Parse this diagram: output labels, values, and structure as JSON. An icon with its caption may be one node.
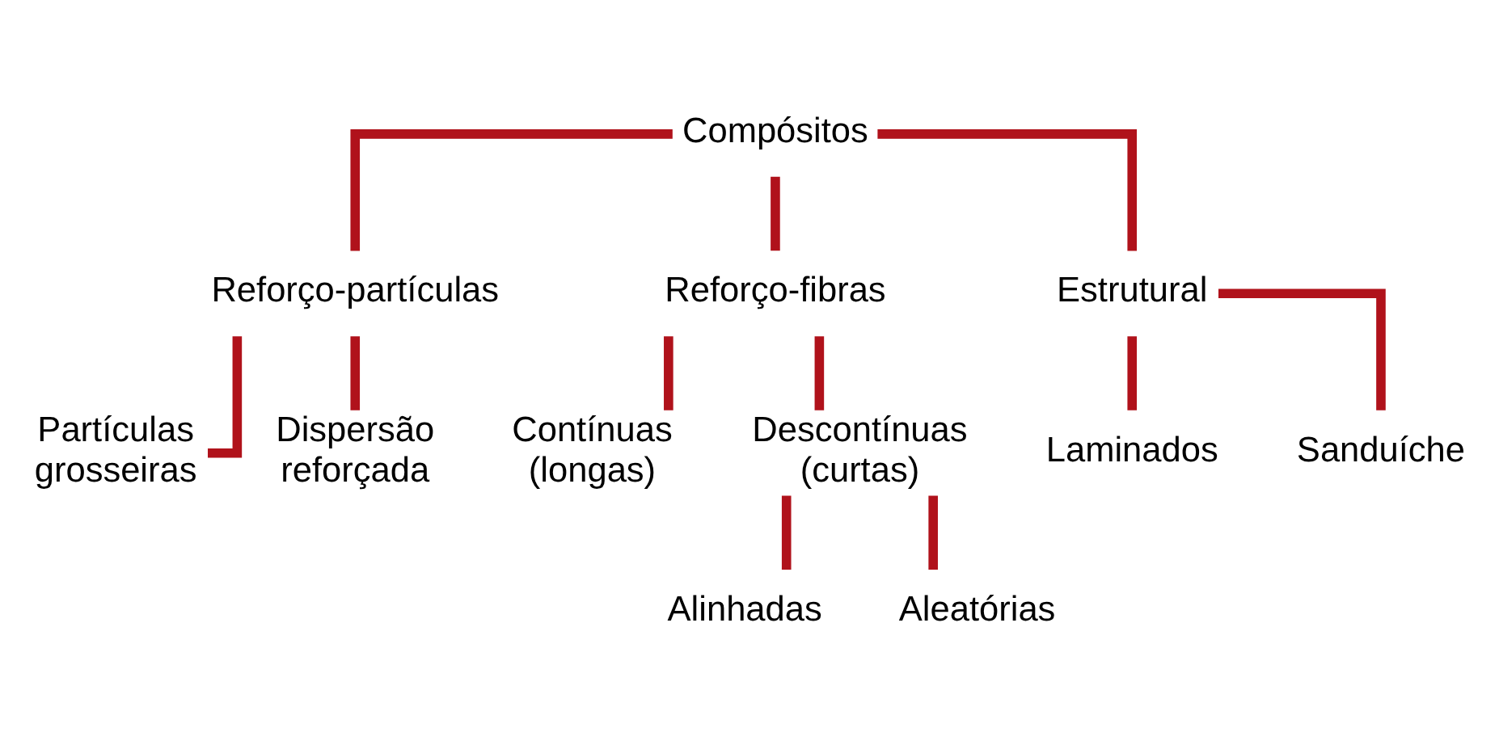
{
  "diagram": {
    "nodes": [
      {
        "text": [
          "Compósitos"
        ]
      },
      {
        "text": [
          "Reforço-partículas"
        ]
      },
      {
        "text": [
          "Reforço-fibras"
        ]
      },
      {
        "text": [
          "Estrutural"
        ]
      },
      {
        "text": [
          "Partículas grosseiras"
        ]
      },
      {
        "text": [
          "Dispersão reforçada"
        ]
      },
      {
        "text": [
          "Contínuas (longas)"
        ]
      },
      {
        "text": [
          "Descontínuas (curtas)"
        ]
      },
      {
        "text": [
          "Laminados"
        ]
      },
      {
        "text": [
          "Sanduíche"
        ]
      },
      {
        "text": [
          "Alinhadas"
        ]
      },
      {
        "text": [
          "Aleatórias"
        ]
      }
    ],
    "edges": [
      {
        "from": 0,
        "to": 1,
        "arrow": "none"
      },
      {
        "from": 0,
        "to": 2,
        "arrow": "none"
      },
      {
        "from": 0,
        "to": 3,
        "arrow": "none"
      },
      {
        "from": 1,
        "to": 4,
        "arrow": "none"
      },
      {
        "from": 1,
        "to": 5,
        "arrow": "none"
      },
      {
        "from": 2,
        "to": 6,
        "arrow": "none"
      },
      {
        "from": 2,
        "to": 7,
        "arrow": "none"
      },
      {
        "from": 3,
        "to": 8,
        "arrow": "none"
      },
      {
        "from": 3,
        "to": 9,
        "arrow": "none"
      },
      {
        "from": 7,
        "to": 10,
        "arrow": "none"
      },
      {
        "from": 7,
        "to": 11,
        "arrow": "none"
      }
    ]
  }
}
